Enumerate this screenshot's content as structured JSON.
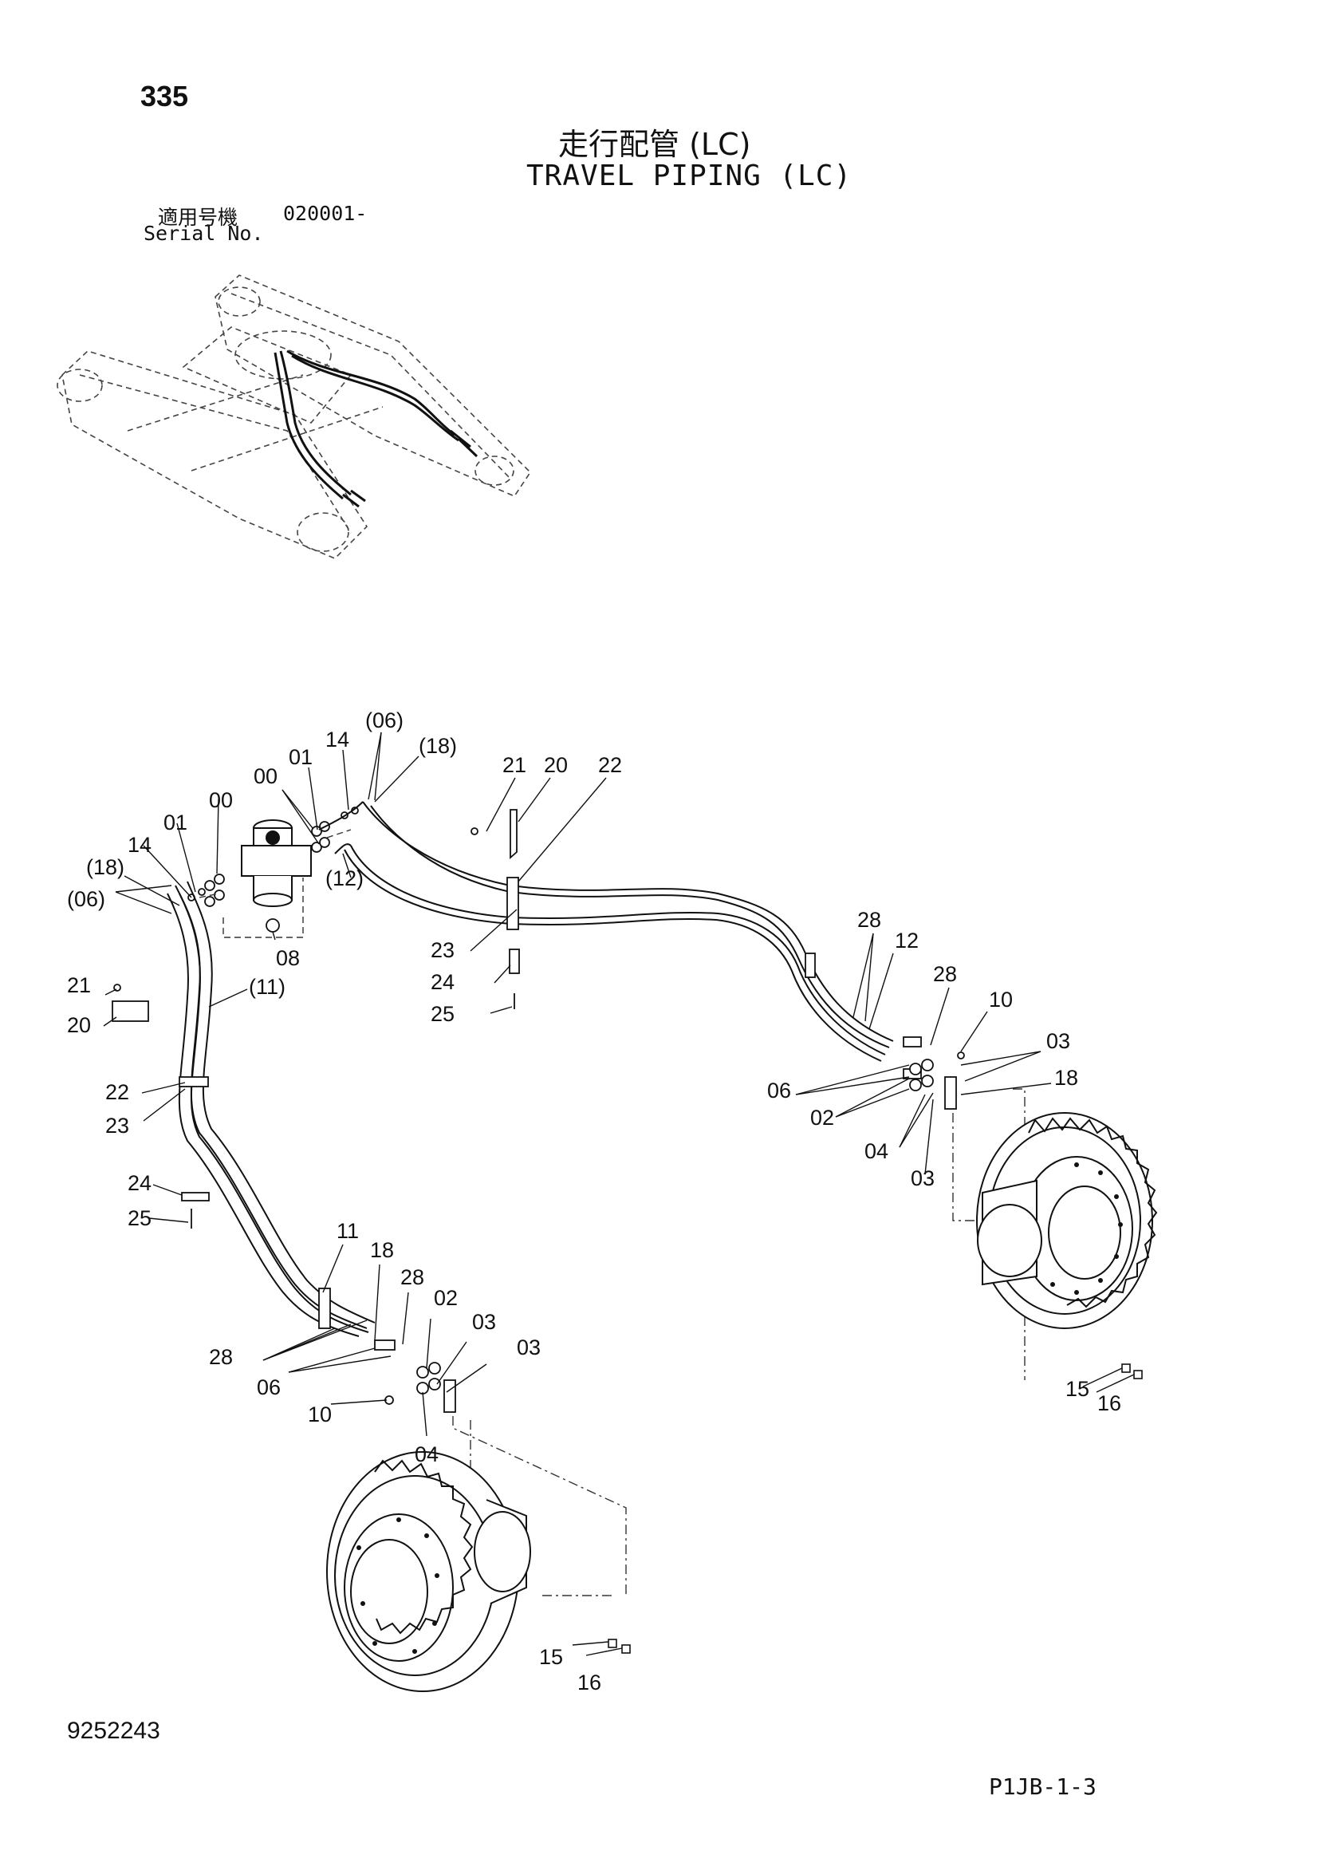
{
  "header": {
    "page_number": "335",
    "title_ja": "走行配管 (LC)",
    "title_en": "TRAVEL PIPING (LC)",
    "serial_label_ja": "適用号機",
    "serial_value": "020001-",
    "serial_label_en": "Serial No."
  },
  "footer": {
    "doc_number": "9252243",
    "page_code": "P1JB-1-3"
  },
  "callouts": [
    {
      "id": "c-06-top",
      "text": "(06)"
    },
    {
      "id": "c-14-top",
      "text": "14"
    },
    {
      "id": "c-18-top",
      "text": "(18)"
    },
    {
      "id": "c-01-top",
      "text": "01"
    },
    {
      "id": "c-00-top",
      "text": "00"
    },
    {
      "id": "c-21-top",
      "text": "21"
    },
    {
      "id": "c-20-top",
      "text": "20"
    },
    {
      "id": "c-22-top",
      "text": "22"
    },
    {
      "id": "c-00-left",
      "text": "00"
    },
    {
      "id": "c-01-left",
      "text": "01"
    },
    {
      "id": "c-14-left",
      "text": "14"
    },
    {
      "id": "c-18-left",
      "text": "(18)"
    },
    {
      "id": "c-06-left",
      "text": "(06)"
    },
    {
      "id": "c-12-mid",
      "text": "(12)"
    },
    {
      "id": "c-08",
      "text": "08"
    },
    {
      "id": "c-23-mid",
      "text": "23"
    },
    {
      "id": "c-24-mid",
      "text": "24"
    },
    {
      "id": "c-25-mid",
      "text": "25"
    },
    {
      "id": "c-11-left",
      "text": "(11)"
    },
    {
      "id": "c-21-left",
      "text": "21"
    },
    {
      "id": "c-20-left",
      "text": "20"
    },
    {
      "id": "c-22-left",
      "text": "22"
    },
    {
      "id": "c-23-left",
      "text": "23"
    },
    {
      "id": "c-24-left",
      "text": "24"
    },
    {
      "id": "c-25-left",
      "text": "25"
    },
    {
      "id": "c-28-r1",
      "text": "28"
    },
    {
      "id": "c-12-r",
      "text": "12"
    },
    {
      "id": "c-28-r2",
      "text": "28"
    },
    {
      "id": "c-10-r",
      "text": "10"
    },
    {
      "id": "c-03-r1",
      "text": "03"
    },
    {
      "id": "c-18-r",
      "text": "18"
    },
    {
      "id": "c-06-r",
      "text": "06"
    },
    {
      "id": "c-02-r",
      "text": "02"
    },
    {
      "id": "c-04-r",
      "text": "04"
    },
    {
      "id": "c-03-r2",
      "text": "03"
    },
    {
      "id": "c-15-r",
      "text": "15"
    },
    {
      "id": "c-16-r",
      "text": "16"
    },
    {
      "id": "c-11-b",
      "text": "11"
    },
    {
      "id": "c-18-b",
      "text": "18"
    },
    {
      "id": "c-28-b1",
      "text": "28"
    },
    {
      "id": "c-02-b",
      "text": "02"
    },
    {
      "id": "c-03-b1",
      "text": "03"
    },
    {
      "id": "c-03-b2",
      "text": "03"
    },
    {
      "id": "c-28-b2",
      "text": "28"
    },
    {
      "id": "c-06-b",
      "text": "06"
    },
    {
      "id": "c-10-b",
      "text": "10"
    },
    {
      "id": "c-04-b",
      "text": "04"
    },
    {
      "id": "c-15-b",
      "text": "15"
    },
    {
      "id": "c-16-b",
      "text": "16"
    }
  ]
}
